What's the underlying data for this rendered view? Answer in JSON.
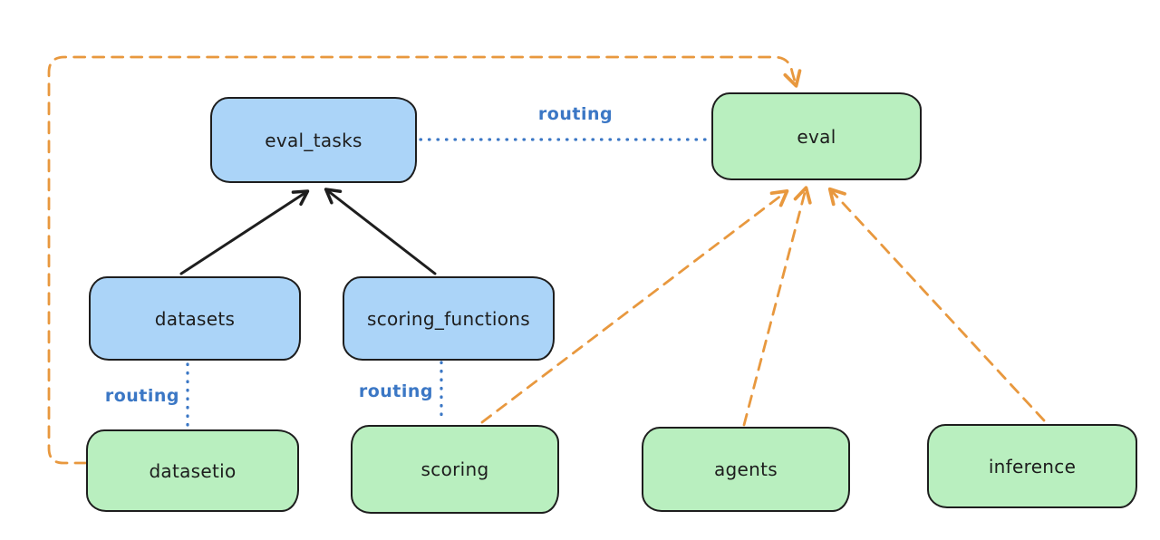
{
  "diagram": {
    "description": "Provider routing diagram: registry objects (blue) and APIs (green) connected by routing links",
    "colors": {
      "background": "#ffffff",
      "node_border": "#1e1e1e",
      "blue_node_fill": "#abd4f8",
      "green_node_fill": "#b9efbf",
      "black_edge": "#1e1e1e",
      "blue_routing_edge": "#3b77c5",
      "orange_edge": "#e8983e"
    },
    "nodes": [
      {
        "id": "eval_tasks",
        "label": "eval_tasks",
        "color": "blue"
      },
      {
        "id": "eval",
        "label": "eval",
        "color": "green"
      },
      {
        "id": "datasets",
        "label": "datasets",
        "color": "blue"
      },
      {
        "id": "scoring_functions",
        "label": "scoring_functions",
        "color": "blue"
      },
      {
        "id": "datasetio",
        "label": "datasetio",
        "color": "green"
      },
      {
        "id": "scoring",
        "label": "scoring",
        "color": "green"
      },
      {
        "id": "agents",
        "label": "agents",
        "color": "green"
      },
      {
        "id": "inference",
        "label": "inference",
        "color": "green"
      }
    ],
    "edges": [
      {
        "from": "datasets",
        "to": "eval_tasks",
        "style": "solid-black-arrow",
        "label": ""
      },
      {
        "from": "scoring_functions",
        "to": "eval_tasks",
        "style": "solid-black-arrow",
        "label": ""
      },
      {
        "from": "eval_tasks",
        "to": "eval",
        "style": "dotted-blue",
        "label": "routing"
      },
      {
        "from": "datasets",
        "to": "datasetio",
        "style": "dotted-blue",
        "label": "routing"
      },
      {
        "from": "scoring_functions",
        "to": "scoring",
        "style": "dotted-blue",
        "label": "routing"
      },
      {
        "from": "scoring",
        "to": "eval",
        "style": "dashed-orange-arrow",
        "label": ""
      },
      {
        "from": "agents",
        "to": "eval",
        "style": "dashed-orange-arrow",
        "label": ""
      },
      {
        "from": "inference",
        "to": "eval",
        "style": "dashed-orange-arrow",
        "label": ""
      },
      {
        "from": "datasetio",
        "to": "eval",
        "style": "dashed-orange-arrow",
        "label": ""
      }
    ]
  }
}
